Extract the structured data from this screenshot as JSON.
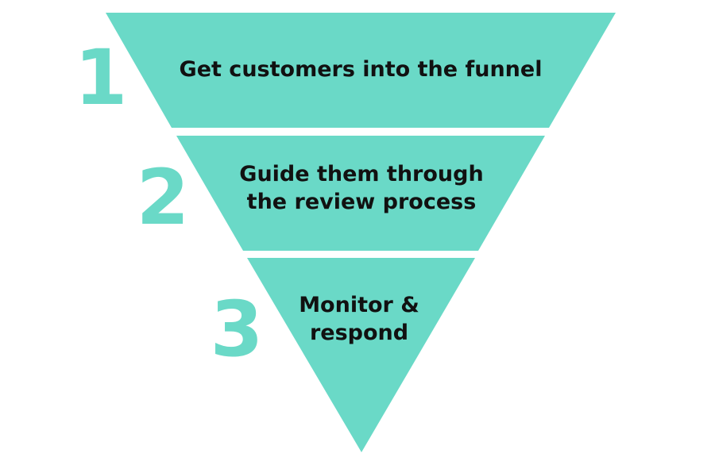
{
  "colors": {
    "funnel": "#6ad9c7",
    "number": "#6ad9c7",
    "text": "#111111",
    "background": "#ffffff"
  },
  "stages": [
    {
      "number": "1",
      "lines": [
        "Get customers into the funnel"
      ]
    },
    {
      "number": "2",
      "lines": [
        "Guide them through",
        "the review process"
      ]
    },
    {
      "number": "3",
      "lines": [
        "Monitor &",
        "respond"
      ]
    }
  ]
}
